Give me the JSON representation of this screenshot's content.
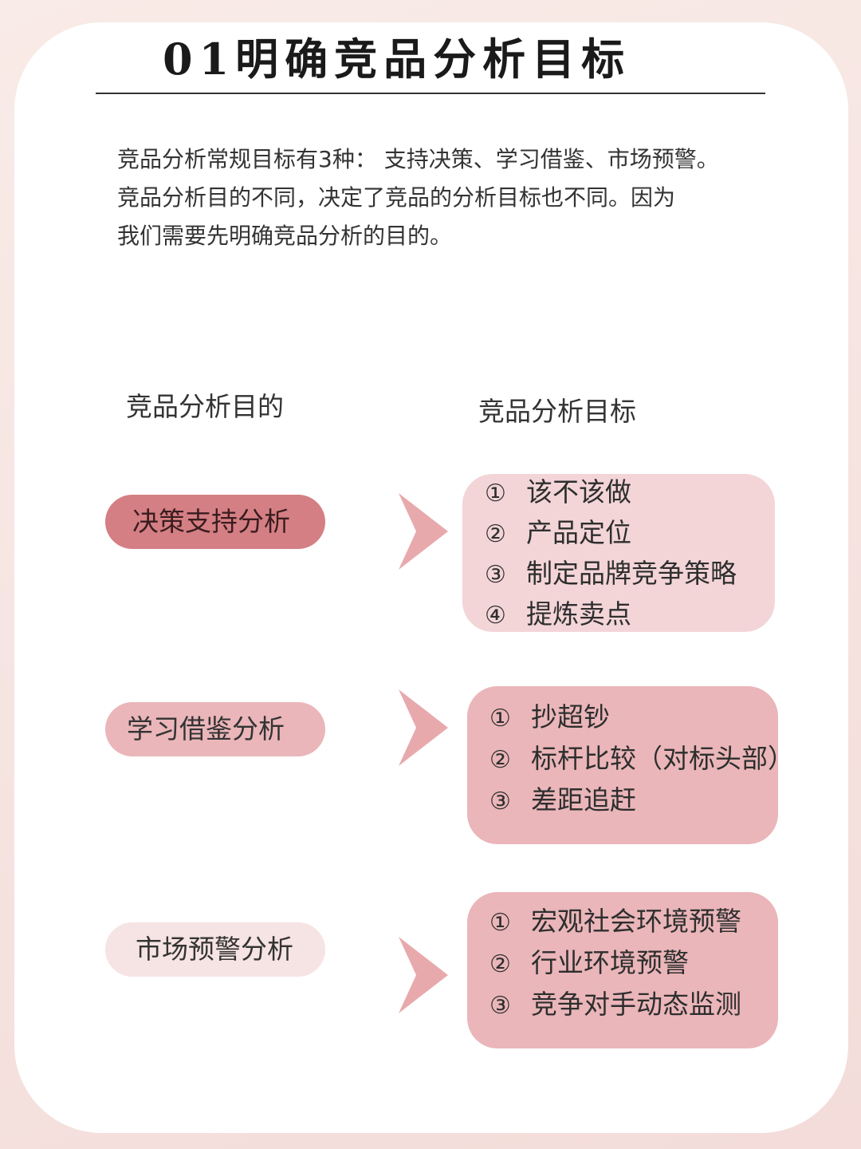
{
  "title": "01明确竞品分析目标",
  "intro": {
    "line1": "竞品分析常规目标有3种： 支持决策、学习借鉴、市场预警。",
    "line2": "竞品分析目的不同，决定了竞品的分析目标也不同。因为",
    "line3": "我们需要先明确竞品分析的目的。"
  },
  "columns": {
    "purpose": "竞品分析目的",
    "goal": "竞品分析目标"
  },
  "rows": [
    {
      "purpose": "决策支持分析",
      "goals": [
        {
          "num": "①",
          "text": "该不该做"
        },
        {
          "num": "②",
          "text": "产品定位"
        },
        {
          "num": "③",
          "text": "制定品牌竞争策略"
        },
        {
          "num": "④",
          "text": "提炼卖点"
        }
      ]
    },
    {
      "purpose": "学习借鉴分析",
      "goals": [
        {
          "num": "①",
          "text": "抄超钞"
        },
        {
          "num": "②",
          "text": "标杆比较（对标头部）"
        },
        {
          "num": "③",
          "text": "差距追赶"
        }
      ]
    },
    {
      "purpose": "市场预警分析",
      "goals": [
        {
          "num": "①",
          "text": "宏观社会环境预警"
        },
        {
          "num": "②",
          "text": "行业环境预警"
        },
        {
          "num": "③",
          "text": "竞争对手动态监测"
        }
      ]
    }
  ],
  "colors": {
    "accent_dark": "#d47f84",
    "accent_mid": "#eab6b9",
    "accent_light": "#f6e3e3",
    "chevron": "#e8a9ad"
  },
  "icons": {
    "arrow": "chevron-right-icon"
  }
}
